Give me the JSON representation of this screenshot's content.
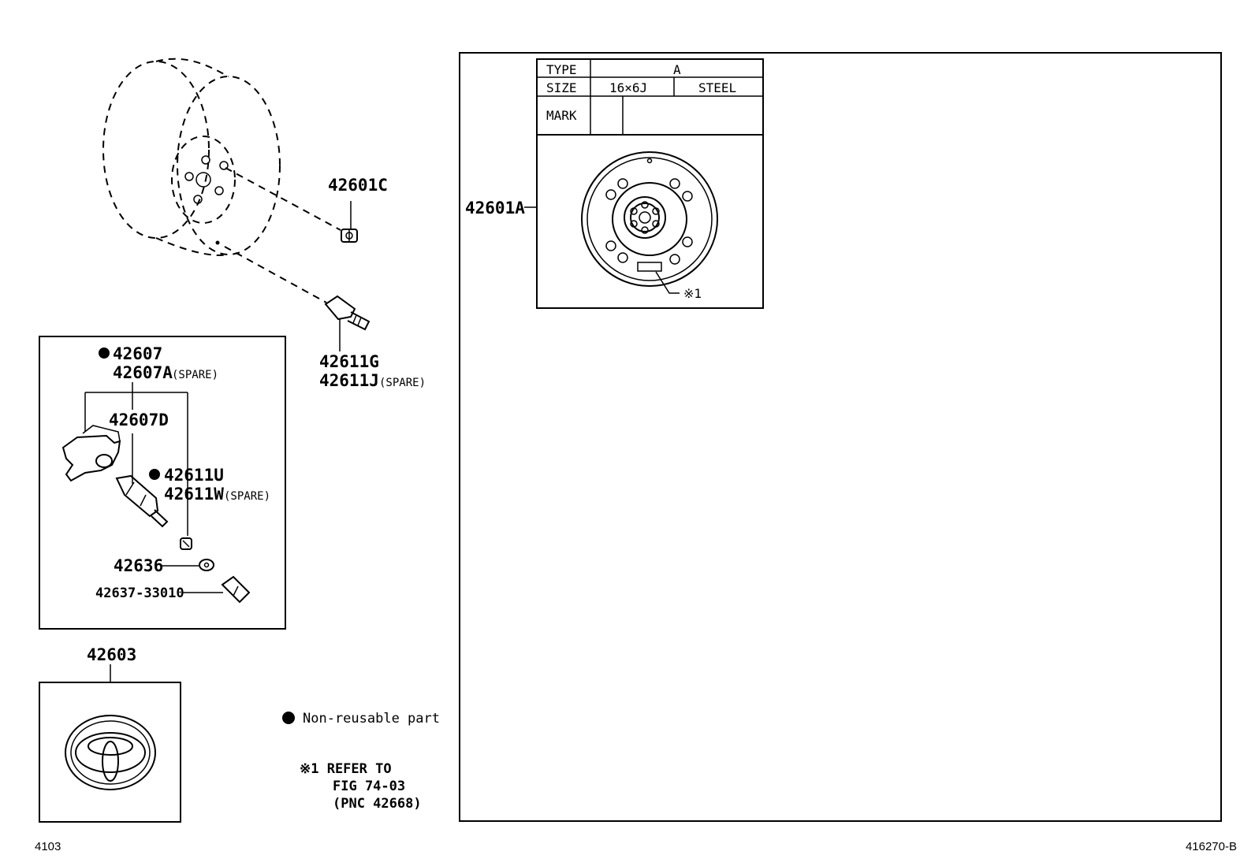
{
  "parts": {
    "p42601C": "42601C",
    "p42601A": "42601A",
    "p42611G": "42611G",
    "p42611J": "42611J",
    "spare": "(SPARE)",
    "p42607": "42607",
    "p42607A": "42607A",
    "p42607D": "42607D",
    "p42611U": "42611U",
    "p42611W": "42611W",
    "p42636": "42636",
    "p42637": "42637-33010",
    "p42603": "42603"
  },
  "table": {
    "type_label": "TYPE",
    "type_value": "A",
    "size_label": "SIZE",
    "size_value": "16×6J",
    "material": "STEEL",
    "mark_label": "MARK",
    "note_ref": "※1"
  },
  "legend": {
    "non_reusable": "Non-reusable part",
    "note_line1": "※1 REFER TO",
    "note_line2": "FIG 74-03",
    "note_line3": "(PNC 42668)"
  },
  "footer": {
    "left_code": "4103",
    "right_code": "416270-B"
  }
}
